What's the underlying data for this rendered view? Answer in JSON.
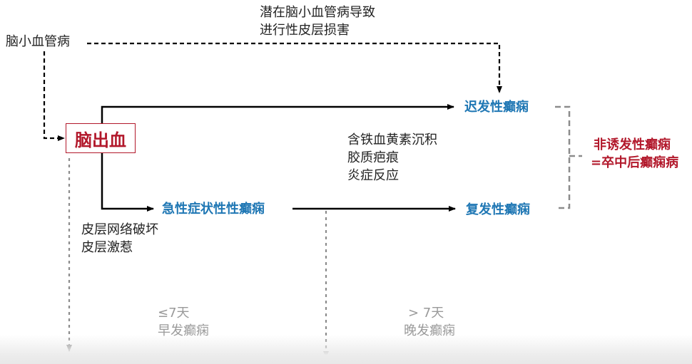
{
  "nodes": {
    "small_vessel": "脑小血管病",
    "small_vessel_note_line1": "潜在脑小血管病导致",
    "small_vessel_note_line2": "进行性皮层损害",
    "ich": "脑出血",
    "delayed_epilepsy": "迟发性癫痫",
    "acute_seizure": "急性症状性性癫痫",
    "recurrent_epilepsy": "复发性癫痫",
    "unprovoked_line1": "非诱发性癫痫",
    "unprovoked_line2": "=卒中后癫痫病"
  },
  "mechanisms": {
    "iron_line1": "含铁血黄素沉积",
    "iron_line2": "胶质疤痕",
    "iron_line3": "炎症反应",
    "cortex_line1": "皮层网络破坏",
    "cortex_line2": "皮层激惹"
  },
  "timeline": {
    "early_days": "≤7天",
    "early_label": "早发癫痫",
    "late_days": "> 7天",
    "late_label": "晚发癫痫"
  },
  "colors": {
    "accent_blue": "#1f77b4",
    "accent_red": "#b2182b",
    "arrow_black": "#000000",
    "arrow_grey": "#8c8c8c"
  }
}
